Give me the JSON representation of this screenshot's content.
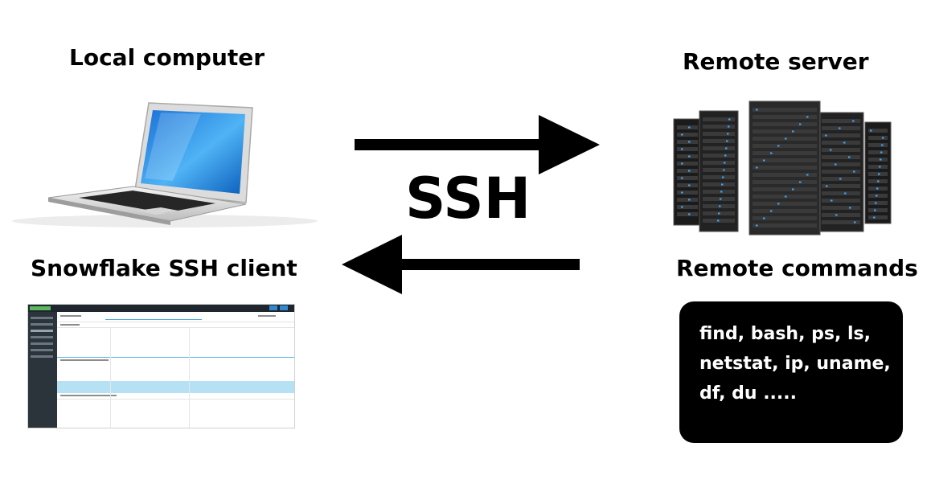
{
  "headings": {
    "local": "Local computer",
    "remote": "Remote server",
    "client": "Snowflake SSH client",
    "commands": "Remote commands"
  },
  "protocol_label": "SSH",
  "commands_text": [
    "find, bash, ps, ls,",
    "netstat, ip, uname,",
    "df, du ....."
  ],
  "colors": {
    "text": "#000000",
    "command_box": "#000000",
    "command_text": "#ffffff",
    "client_sidebar": "#2b333b",
    "client_highlight": "#b6e1f4",
    "client_new_button": "#5cb85c"
  },
  "icons": {
    "local": "laptop-icon",
    "remote": "server-rack-icon"
  },
  "arrows": [
    {
      "direction": "right",
      "from": "Local computer",
      "to": "Remote server"
    },
    {
      "direction": "left",
      "from": "Remote server",
      "to": "Snowflake SSH client"
    }
  ]
}
